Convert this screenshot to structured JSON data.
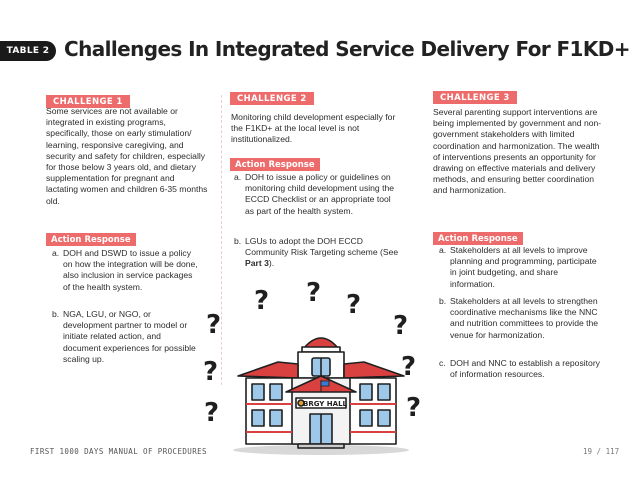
{
  "header": {
    "tag": "TABLE 2",
    "title": "Challenges In Integrated Service Delivery For F1KD+"
  },
  "challenges": [
    {
      "label": "CHALLENGE 1",
      "text": "Some services are not available or integrated in existing programs, specifically, those on early stimulation/ learning, responsive caregiving, and security and safety for children, especially for those below 3 years old, and dietary supplementation for pregnant and lactating women and children 6-35 months old.",
      "action_label": "Action Response",
      "actions": [
        {
          "marker": "a.",
          "text": "DOH and DSWD to issue a policy on how the integration will be done, also inclusion in service packages of the health system."
        },
        {
          "marker": "b.",
          "text": "NGA, LGU, or NGO, or development partner to model or initiate related action, and document experiences for possible scaling up."
        }
      ]
    },
    {
      "label": "CHALLENGE 2",
      "text": "Monitoring child development especially for the F1KD+ at the local level is not institutionalized.",
      "action_label": "Action Response",
      "actions": [
        {
          "marker": "a.",
          "text": "DOH to issue a policy or guidelines on monitoring child development using the ECCD Checklist or an appropriate tool as part of the health system."
        },
        {
          "marker": "b.",
          "text": "LGUs to adopt the DOH ECCD Community Risk Targeting scheme (See ",
          "bold": "Part 3",
          "after": ")."
        }
      ]
    },
    {
      "label": "CHALLENGE 3",
      "text": "Several parenting support interventions are being implemented by government and non-government stakeholders with limited coordination and harmonization. The wealth of interventions presents an opportunity for drawing on effective materials and delivery methods, and ensuring better coordination and harmonization.",
      "action_label": "Action Response",
      "actions": [
        {
          "marker": "a.",
          "text": "Stakeholders at all levels to improve planning and programming, participate in joint budgeting, and share information."
        },
        {
          "marker": "b.",
          "text": "Stakeholders at all levels to strengthen coordinative mechanisms like the NNC and nutrition committees to provide the venue for harmonization."
        },
        {
          "marker": "c.",
          "text": "DOH and NNC to establish a repository of information resources."
        }
      ]
    }
  ],
  "illustration": {
    "sign": "BRGY HALL",
    "question_mark": "?"
  },
  "footer": {
    "left": "FIRST 1000 DAYS MANUAL OF PROCEDURES",
    "right": "19 / 117"
  },
  "colors": {
    "accent": "#ee6b6b",
    "building_red": "#d94040",
    "window_blue": "#9ec8ea"
  }
}
